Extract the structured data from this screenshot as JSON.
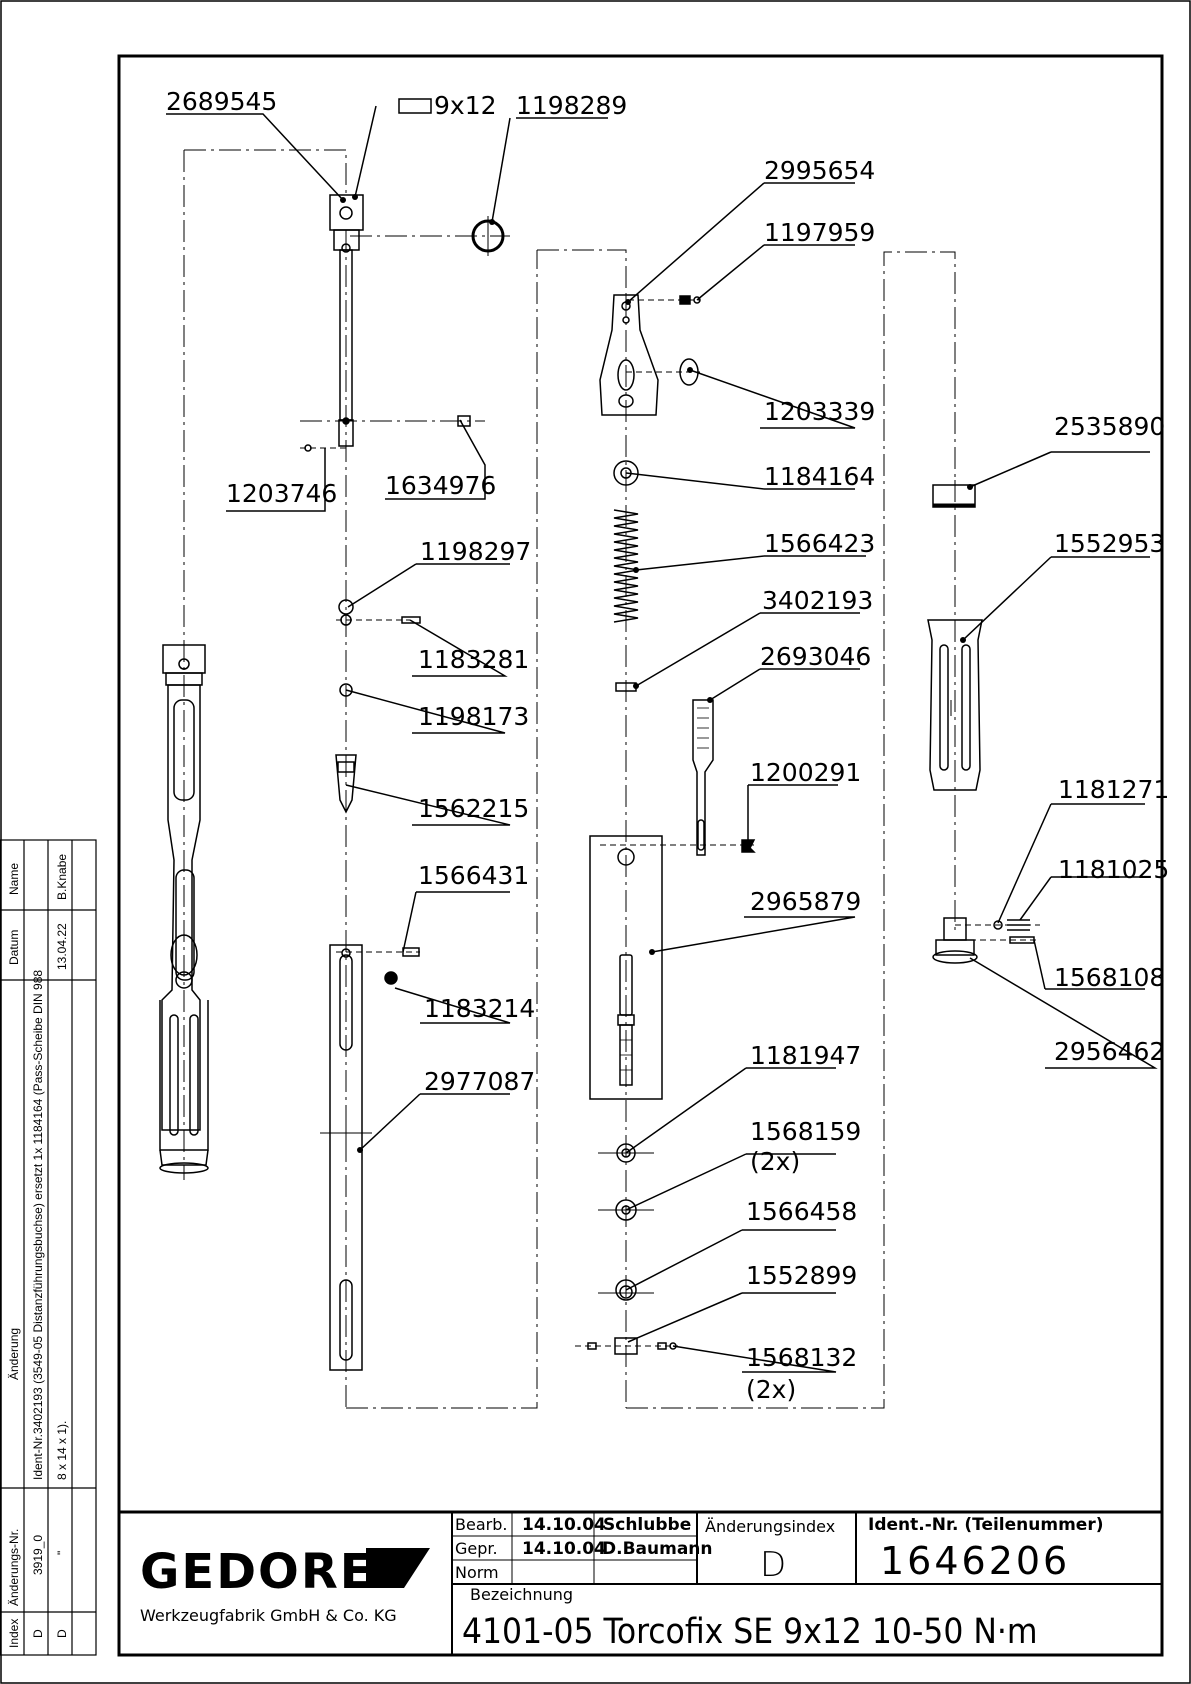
{
  "parts": {
    "p2689545": "2689545",
    "size_label": "9x12",
    "p1198289": "1198289",
    "p2995654": "2995654",
    "p1197959": "1197959",
    "p1203339": "1203339",
    "p1184164": "1184164",
    "p1566423": "1566423",
    "p3402193": "3402193",
    "p2693046": "2693046",
    "p1200291": "1200291",
    "p2965879": "2965879",
    "p1181947": "1181947",
    "p1568159": "1568159",
    "p1568159_qty": "(2x)",
    "p1566458": "1566458",
    "p1552899": "1552899",
    "p1568132": "1568132",
    "p1568132_qty": "(2x)",
    "p1203746": "1203746",
    "p1634976": "1634976",
    "p1198297": "1198297",
    "p1183281": "1183281",
    "p1198173": "1198173",
    "p1562215": "1562215",
    "p1566431": "1566431",
    "p1183214": "1183214",
    "p2977087": "2977087",
    "p2535890": "2535890",
    "p1552953": "1552953",
    "p1181271": "1181271",
    "p1181025": "1181025",
    "p1568108": "1568108",
    "p2956462": "2956462"
  },
  "title_block": {
    "logo": "GEDORE",
    "company": "Werkzeugfabrik GmbH & Co. KG",
    "bearb_label": "Bearb.",
    "bearb_date": "14.10.04",
    "bearb_name": "Schlubbe",
    "gepr_label": "Gepr.",
    "gepr_date": "14.10.04",
    "gepr_name": "D.Baumann",
    "norm_label": "Norm",
    "aenderungsindex_label": "Änderungsindex",
    "aenderungsindex_value": "D",
    "ident_label": "Ident.-Nr.   (Teilenummer)",
    "ident_value": "1646206",
    "bezeichnung_label": "Bezeichnung",
    "bezeichnung_value": "4101-05 Torcofix SE 9x12 10-50 N·m"
  },
  "revision_block": {
    "col_index": "Index",
    "col_aenderungs_nr": "Änderungs-Nr.",
    "col_aenderung": "Änderung",
    "col_datum": "Datum",
    "col_name": "Name",
    "rows": [
      {
        "index": "D",
        "nr": "3919_0",
        "text": "Ident-Nr.3402193 (3549-05 Distanzführungsbuchse) ersetzt 1x 1184164 (Pass-Scheibe DIN 988",
        "datum": "13.04.22",
        "name": "B.Knabe"
      },
      {
        "index": "D",
        "nr": "\"",
        "text": "8 x 14 x 1).",
        "datum": "",
        "name": ""
      }
    ]
  }
}
